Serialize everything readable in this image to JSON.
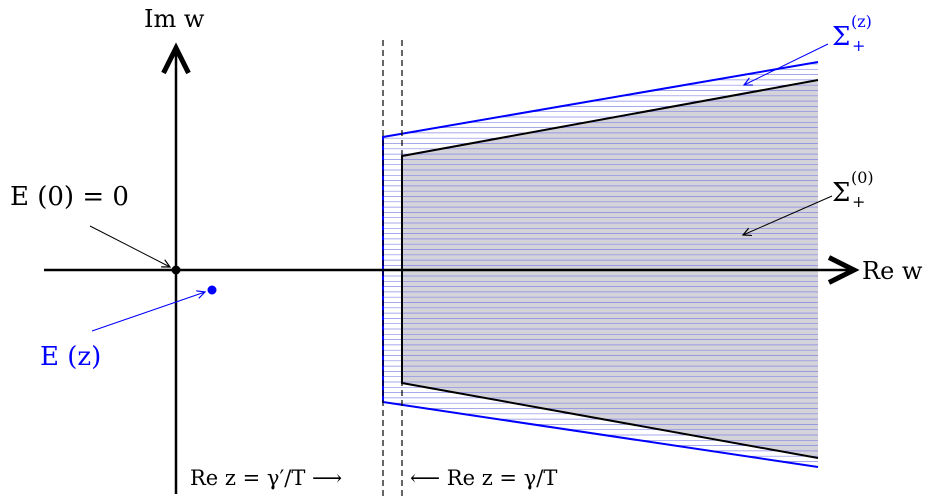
{
  "axes": {
    "horizontal_label": "Re w",
    "vertical_label": "Im w"
  },
  "labels": {
    "origin": "E (0) = 0",
    "point_z": "E (z)",
    "sigma_zero_base": "Σ",
    "sigma_zero_sup": "(0)",
    "sigma_zero_sub": "+",
    "sigma_z_base": "Σ",
    "sigma_z_sup": "(z)",
    "sigma_z_sub": "+",
    "line_gamma_prime": "Re z = γ′/T ⟶",
    "line_gamma": "⟵ Re z = γ/T"
  },
  "colors": {
    "blue": "#0000ff",
    "black": "#000000",
    "region_fill": "#c8c8d0",
    "hatch": "#8a8ae6"
  }
}
